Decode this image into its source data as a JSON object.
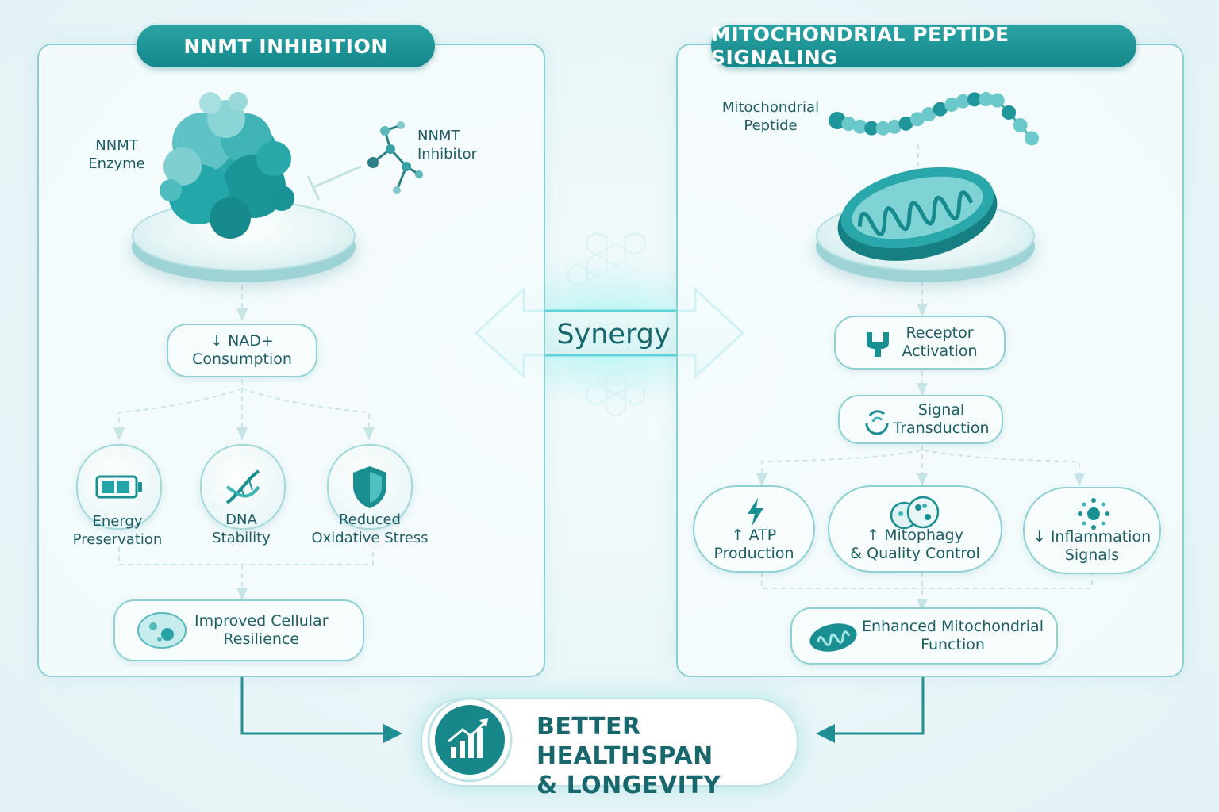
{
  "left_panel": {
    "title": "NNMT INHIBITION",
    "enzyme_label": "NNMT\nEnzyme",
    "inhibitor_label": "NNMT\nInhibitor",
    "nad_node": "↓ NAD+\nConsumption",
    "outcomes": [
      {
        "label": "Energy\nPreservation",
        "icon": "battery-icon"
      },
      {
        "label": "DNA\nStability",
        "icon": "dna-icon"
      },
      {
        "label": "Reduced\nOxidative Stress",
        "icon": "shield-icon"
      }
    ],
    "result": "Improved Cellular\nResilience",
    "result_icon": "cell-icon"
  },
  "right_panel": {
    "title": "MITOCHONDRIAL PEPTIDE SIGNALING",
    "peptide_label": "Mitochondrial\nPeptide",
    "receptor_node": "Receptor\nActivation",
    "receptor_icon": "receptor-icon",
    "signal_node": "Signal\nTransduction",
    "signal_icon": "signal-icon",
    "outcomes": [
      {
        "label": "↑ ATP\nProduction",
        "icon": "lightning-icon"
      },
      {
        "label": "↑ Mitophagy\n& Quality Control",
        "icon": "mitophagy-icon"
      },
      {
        "label": "↓ Inflammation\nSignals",
        "icon": "inflammation-icon"
      }
    ],
    "result": "Enhanced Mitochondrial\nFunction",
    "result_icon": "mitochondrion-icon"
  },
  "center": {
    "synergy_label": "Synergy"
  },
  "final": {
    "label": "BETTER HEALTHSPAN\n& LONGEVITY",
    "icon": "growth-chart-icon"
  },
  "colors": {
    "teal_dark": "#14878a",
    "teal": "#2aa3a4",
    "text": "#1d5d63",
    "border": "#8fd0d3",
    "glow": "#5fe0e0"
  }
}
